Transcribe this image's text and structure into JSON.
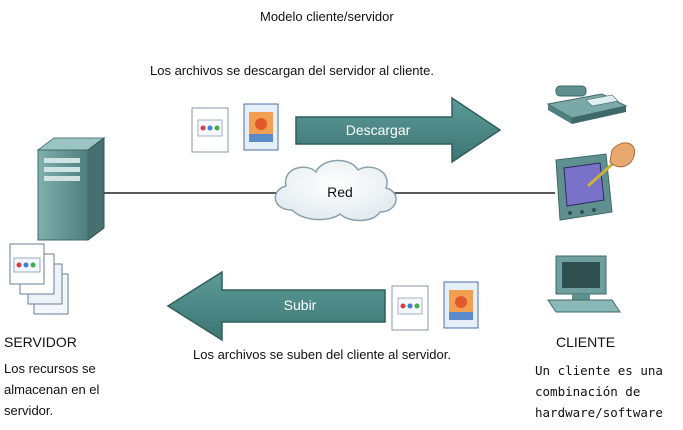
{
  "title": "Modelo cliente/servidor",
  "download_caption": "Los archivos se descargan del servidor al cliente.",
  "download_label": "Descargar",
  "network_label": "Red",
  "upload_label": "Subir",
  "upload_caption": "Los archivos se suben del cliente al servidor.",
  "server": {
    "heading": "SERVIDOR",
    "description": "Los recursos se almacenan en el servidor."
  },
  "client": {
    "heading": "CLIENTE",
    "description": "Un cliente es una combinación de hardware/software"
  },
  "icons": {
    "server": "server-tower-icon",
    "phone": "ip-phone-icon",
    "pda": "pda-with-stylus-icon",
    "pc": "desktop-computer-icon",
    "cloud": "network-cloud-icon",
    "docs": "document-file-icon",
    "image": "image-file-icon"
  },
  "colors": {
    "arrow": "#4a8a88",
    "arrow_edge": "#2f5f5d",
    "device": "#5f8f8e",
    "cloud_edge": "#8aa0aa"
  }
}
